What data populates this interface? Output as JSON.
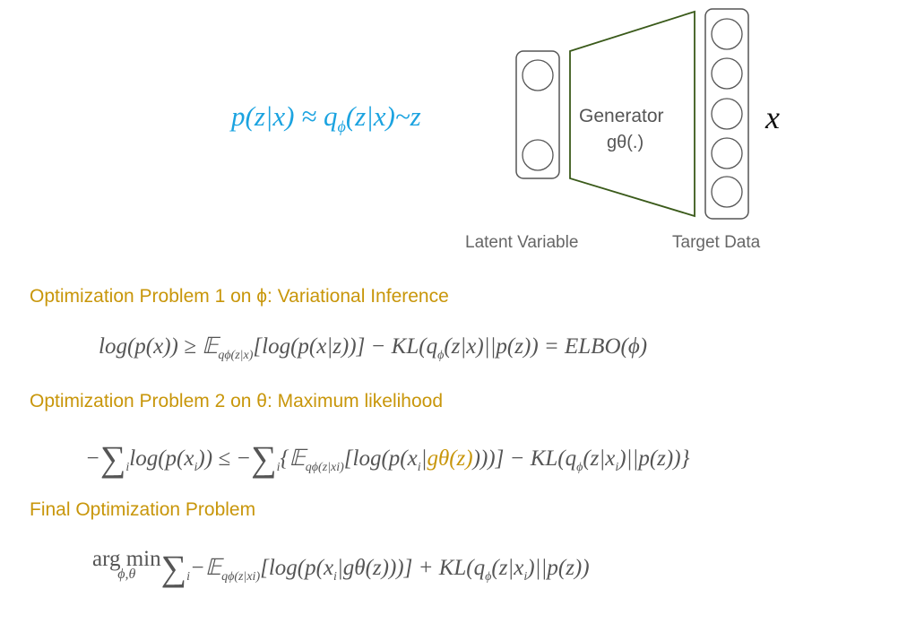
{
  "diagram": {
    "title_equation": [
      "p(z|x) ≈ q",
      "ϕ",
      "(z|x)~z"
    ],
    "generator_label": "Generator",
    "generator_function": "gθ(.)",
    "output_symbol": "x",
    "latent_label": "Latent Variable",
    "target_label": "Target Data"
  },
  "sections": [
    {
      "heading": "Optimization Problem 1 on ϕ: Variational Inference",
      "equation": [
        "log(p(x)) ≥ 𝔼",
        "qϕ(z|x)",
        "[log(p(x|z))] − KL(q",
        "ϕ",
        "(z|x)||p(z)) = ELBO(ϕ)"
      ]
    },
    {
      "heading": "Optimization Problem 2 on θ: Maximum likelihood",
      "equation": [
        "−",
        "∑",
        "i",
        "log(p(x",
        "i",
        ")) ≤ −",
        "∑",
        "i",
        "{𝔼",
        "qϕ(z|xi)",
        "[log(p(x",
        "i",
        "|",
        "gθ(z)",
        ")))] − KL(q",
        "ϕ",
        "(z|x",
        "i",
        ")||p(z))}"
      ]
    },
    {
      "heading": "Final Optimization Problem",
      "equation": [
        "arg min",
        "ϕ,θ",
        "∑",
        "i",
        "−𝔼",
        "qϕ(z|xi)",
        "[log(p(x",
        "i",
        "|gθ(z)))] + KL(q",
        "ϕ",
        "(z|x",
        "i",
        ")||p(z))"
      ]
    }
  ],
  "colors": {
    "blue": "#1ba3e0",
    "gold": "#c8960a",
    "generator_border": "#3a5a1a"
  }
}
